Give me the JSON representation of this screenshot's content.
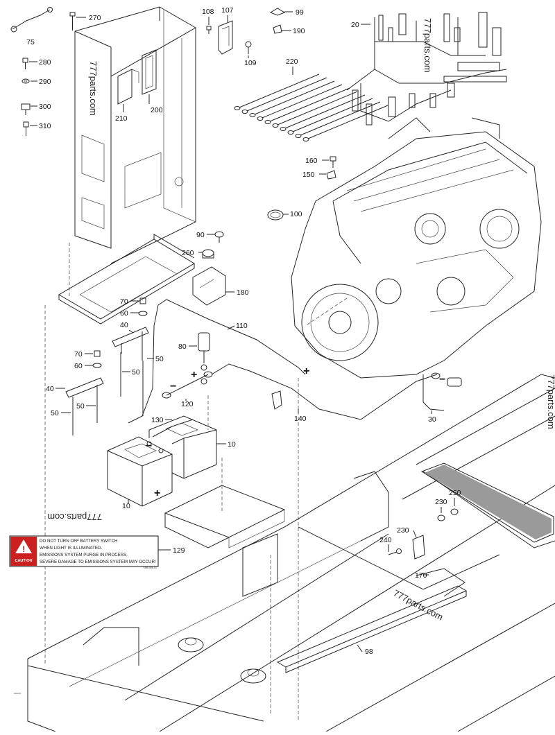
{
  "callouts": [
    {
      "id": "c75",
      "text": "75"
    },
    {
      "id": "c270",
      "text": "270"
    },
    {
      "id": "c280",
      "text": "280"
    },
    {
      "id": "c290",
      "text": "290"
    },
    {
      "id": "c300",
      "text": "300"
    },
    {
      "id": "c310",
      "text": "310"
    },
    {
      "id": "c108",
      "text": "108"
    },
    {
      "id": "c107",
      "text": "107"
    },
    {
      "id": "c109",
      "text": "109"
    },
    {
      "id": "c99",
      "text": "99"
    },
    {
      "id": "c190",
      "text": "190"
    },
    {
      "id": "c20",
      "text": "20"
    },
    {
      "id": "c220",
      "text": "220"
    },
    {
      "id": "c210",
      "text": "210"
    },
    {
      "id": "c200",
      "text": "200"
    },
    {
      "id": "c160",
      "text": "160"
    },
    {
      "id": "c150",
      "text": "150"
    },
    {
      "id": "c100",
      "text": "100"
    },
    {
      "id": "c90",
      "text": "90"
    },
    {
      "id": "c260",
      "text": "260"
    },
    {
      "id": "c180",
      "text": "180"
    },
    {
      "id": "c70a",
      "text": "70"
    },
    {
      "id": "c60a",
      "text": "60"
    },
    {
      "id": "c40a",
      "text": "40"
    },
    {
      "id": "c110",
      "text": "110"
    },
    {
      "id": "c80",
      "text": "80"
    },
    {
      "id": "c50a",
      "text": "50"
    },
    {
      "id": "c70b",
      "text": "70"
    },
    {
      "id": "c60b",
      "text": "60"
    },
    {
      "id": "c50b",
      "text": "50"
    },
    {
      "id": "c40b",
      "text": "40"
    },
    {
      "id": "c50c",
      "text": "50"
    },
    {
      "id": "c50d",
      "text": "50"
    },
    {
      "id": "c120",
      "text": "120"
    },
    {
      "id": "c140",
      "text": "140"
    },
    {
      "id": "c30",
      "text": "30"
    },
    {
      "id": "c130",
      "text": "130"
    },
    {
      "id": "c10a",
      "text": "10"
    },
    {
      "id": "c10b",
      "text": "10"
    },
    {
      "id": "c129",
      "text": "129"
    },
    {
      "id": "c250",
      "text": "250"
    },
    {
      "id": "c230a",
      "text": "230"
    },
    {
      "id": "c240",
      "text": "240"
    },
    {
      "id": "c230b",
      "text": "230"
    },
    {
      "id": "c170",
      "text": "170"
    },
    {
      "id": "c98",
      "text": "98"
    }
  ],
  "watermarks": [
    {
      "id": "wm1",
      "text": "777parts.com"
    },
    {
      "id": "wm2",
      "text": "777parts.com"
    },
    {
      "id": "wm3",
      "text": "777parts.com"
    },
    {
      "id": "wm4",
      "text": "777parts.com"
    },
    {
      "id": "wm5",
      "text": "777parts.com"
    }
  ],
  "caution_sign": {
    "header": "CAUTION",
    "lines": [
      "DO NOT TURN OFF BATTERY SWITCH",
      "WHEN LIGHT IS ILLUMINATED.",
      "EMISSIONS SYSTEM PURGE IN PROCESS.",
      "SEVERE DAMAGE TO EMISSIONS SYSTEM MAY OCCUR!"
    ],
    "code": "7280-005-01",
    "colors": {
      "header_bg": "#cc1f1f",
      "border": "#111111"
    }
  },
  "polarity_marks": {
    "positive": "+",
    "negative": "−"
  }
}
